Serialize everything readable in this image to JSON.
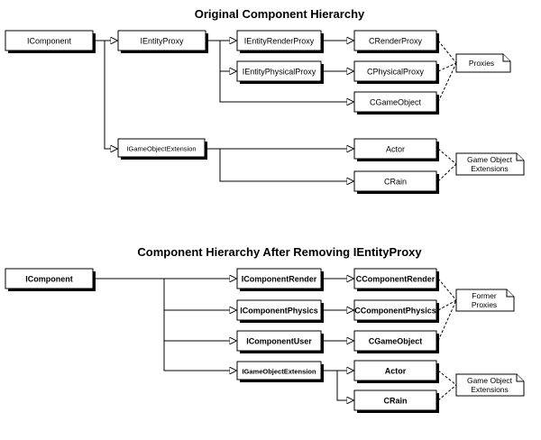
{
  "diagrams": [
    {
      "title": "Original Component Hierarchy",
      "boxes": {
        "icomponent": "IComponent",
        "ientityproxy": "IEntityProxy",
        "ientityrenderproxy": "IEntityRenderProxy",
        "crenderproxy": "CRenderProxy",
        "ientityphysicalproxy": "IEntityPhysicalProxy",
        "cphysicalproxy": "CPhysicalProxy",
        "cgameobject": "CGameObject",
        "igameobjectextension": "IGameObjectExtension",
        "actor": "Actor",
        "crain": "CRain"
      },
      "notes": {
        "proxies": [
          "Proxies"
        ],
        "game_object_extensions": [
          "Game Object",
          "Extensions"
        ]
      }
    },
    {
      "title": "Component Hierarchy After Removing IEntityProxy",
      "boxes": {
        "icomponent": "IComponent",
        "icomponentrender": "IComponentRender",
        "ccomponentrender": "CComponentRender",
        "icomponentphysics": "IComponentPhysics",
        "ccomponentphysics": "CComponentPhysics",
        "icomponentuser": "IComponentUser",
        "cgameobject": "CGameObject",
        "igameobjectextension": "IGameObjectExtension",
        "actor": "Actor",
        "crain": "CRain"
      },
      "notes": {
        "former_proxies": [
          "Former",
          "Proxies"
        ],
        "game_object_extensions": [
          "Game Object",
          "Extensions"
        ]
      }
    }
  ]
}
